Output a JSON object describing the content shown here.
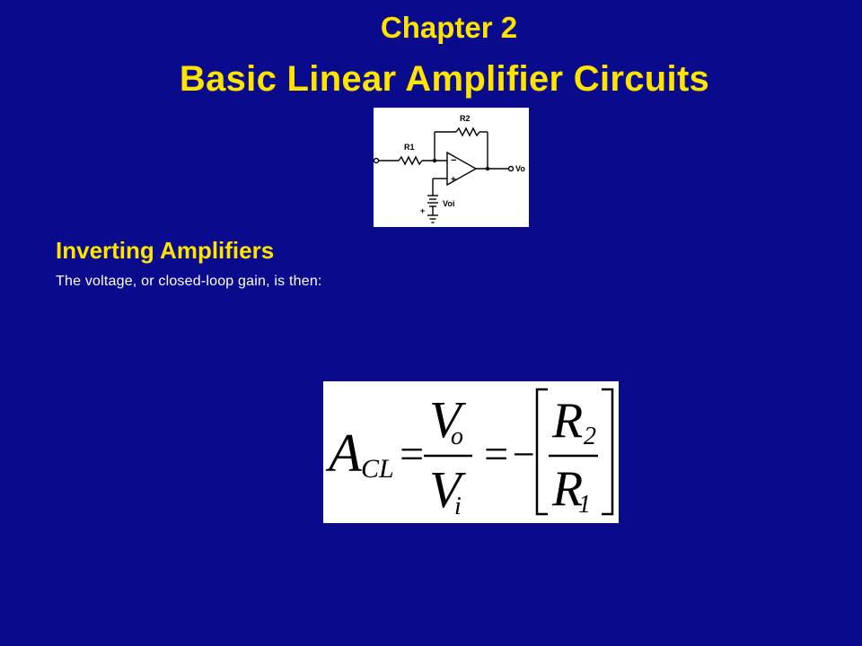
{
  "slide": {
    "chapter": "Chapter 2",
    "title": "Basic Linear Amplifier Circuits",
    "section_title": "Inverting Amplifiers",
    "body_text": "The voltage, or closed-loop gain, is then:"
  },
  "circuit": {
    "r2_label": "R2",
    "r1_label": "R1",
    "minus_sign": "−",
    "plus_sign": "+",
    "vo_label": "Vo",
    "voi_label": "Voi",
    "battery_plus": "+"
  },
  "formula": {
    "a_main": "A",
    "a_sub": "CL",
    "v_num": "V",
    "v_num_sub": "o",
    "v_den": "V",
    "v_den_sub": "i",
    "r_num": "R",
    "r_num_sub": "2",
    "r_den": "R",
    "r_den_sub": "1",
    "equals": "=",
    "minus": "−"
  }
}
